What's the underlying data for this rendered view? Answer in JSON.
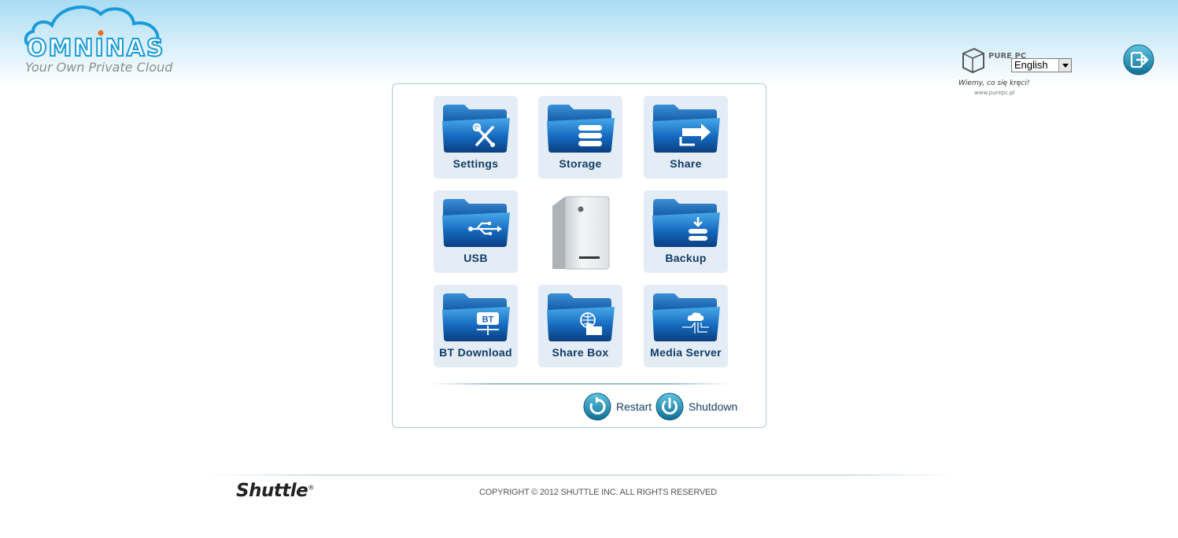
{
  "brand": {
    "logo_text": "OMNINAS",
    "tagline": "Your Own Private Cloud",
    "accent_color": "#1a9bd8",
    "dot_color": "#f26a1b"
  },
  "header": {
    "language": {
      "selected": "English"
    },
    "logout_icon": "logout-arrow-icon",
    "watermark": {
      "logo_text": "PURE PC",
      "slogan": "Wiemy, co się kręci!",
      "url": "www.purepc.pl"
    }
  },
  "menu": {
    "tiles": [
      {
        "label": "Settings",
        "icon": "tools-icon"
      },
      {
        "label": "Storage",
        "icon": "storage-stack-icon"
      },
      {
        "label": "Share",
        "icon": "share-arrow-icon"
      },
      {
        "label": "USB",
        "icon": "usb-icon"
      },
      {
        "label": "Backup",
        "icon": "backup-download-icon"
      },
      {
        "label": "BT Download",
        "icon": "bt-icon"
      },
      {
        "label": "Share Box",
        "icon": "globe-folder-icon"
      },
      {
        "label": "Media Server",
        "icon": "cloud-network-icon"
      }
    ],
    "restart_label": "Restart",
    "shutdown_label": "Shutdown"
  },
  "footer": {
    "brand": "Shuttle",
    "registered": "®",
    "copyright": "COPYRIGHT © 2012 SHUTTLE INC. ALL RIGHTS RESERVED"
  }
}
